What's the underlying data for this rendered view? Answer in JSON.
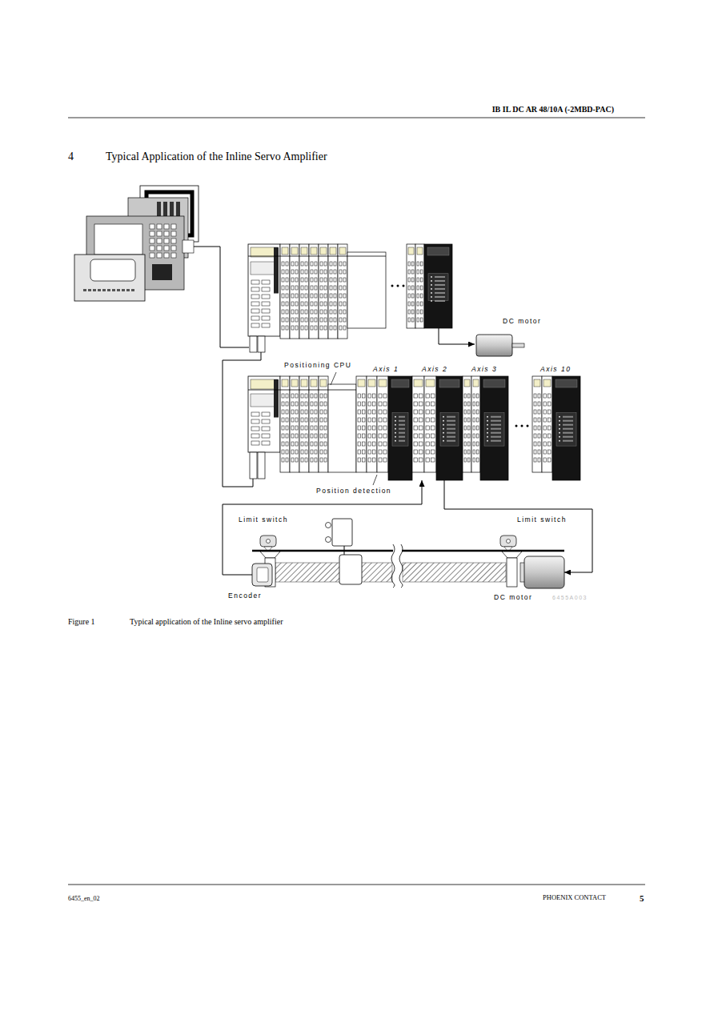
{
  "diagram": {
    "title": "Typical Application of the Inline Servo Amplifier",
    "caption": "Typical application of the Inline servo amplifier",
    "nodes": [
      {
        "text": [
          "DC motor"
        ]
      },
      {
        "text": [
          "Positioning CPU"
        ]
      },
      {
        "text": [
          "Axis 1"
        ]
      },
      {
        "text": [
          "Axis 2"
        ]
      },
      {
        "text": [
          "Axis 3"
        ]
      },
      {
        "text": [
          "Axis 10"
        ]
      },
      {
        "text": [
          "Position detection"
        ]
      },
      {
        "text": [
          "Limit switch"
        ]
      },
      {
        "text": [
          "Limit switch"
        ]
      },
      {
        "text": [
          "Encoder"
        ]
      },
      {
        "text": [
          "DC motor"
        ]
      }
    ],
    "edges": [
      {
        "from": 9,
        "to": 3,
        "arrow": "to"
      },
      {
        "from": 3,
        "to": 10,
        "arrow": "to"
      }
    ],
    "labels": [
      "IB IL DC AR 48/10A (-2MBD-PAC)",
      "4",
      "6455A003",
      "Figure 1",
      "6455_en_02",
      "PHOENIX CONTACT",
      "5"
    ]
  }
}
